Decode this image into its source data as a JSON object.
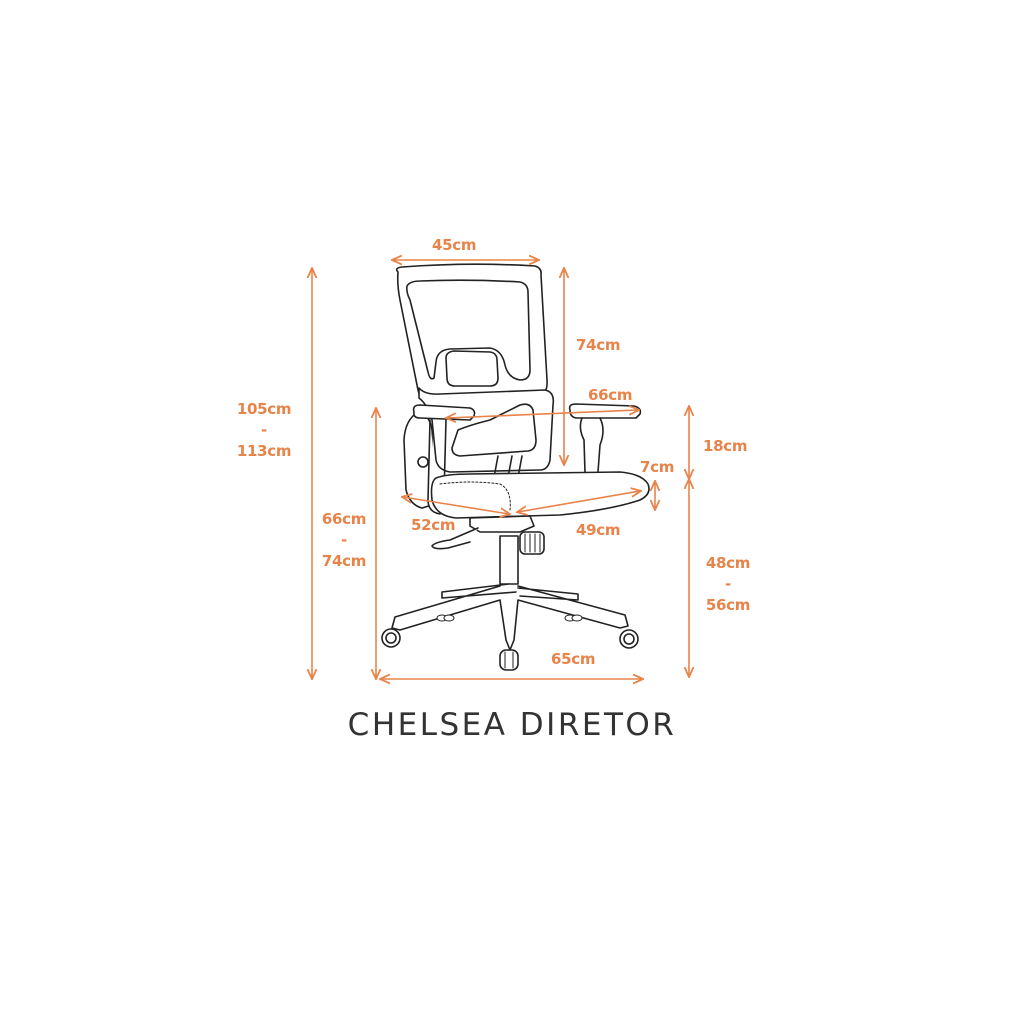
{
  "product": {
    "name": "CHELSEA DIRETOR"
  },
  "colors": {
    "dimension": "#e8834a",
    "outline": "#222222",
    "title": "#333333",
    "background": "#ffffff"
  },
  "dimensions": {
    "backrest_width": "45cm",
    "backrest_height": "74cm",
    "armrest_span": "66cm",
    "armrest_height": "18cm",
    "armrest_adjust": "7cm",
    "seat_depth": "52cm",
    "seat_width": "49cm",
    "base_width": "65cm",
    "total_height": {
      "min": "105cm",
      "sep": "-",
      "max": "113cm"
    },
    "armrest_floor_height": {
      "min": "66cm",
      "sep": "-",
      "max": "74cm"
    },
    "seat_height": {
      "min": "48cm",
      "sep": "-",
      "max": "56cm"
    }
  }
}
